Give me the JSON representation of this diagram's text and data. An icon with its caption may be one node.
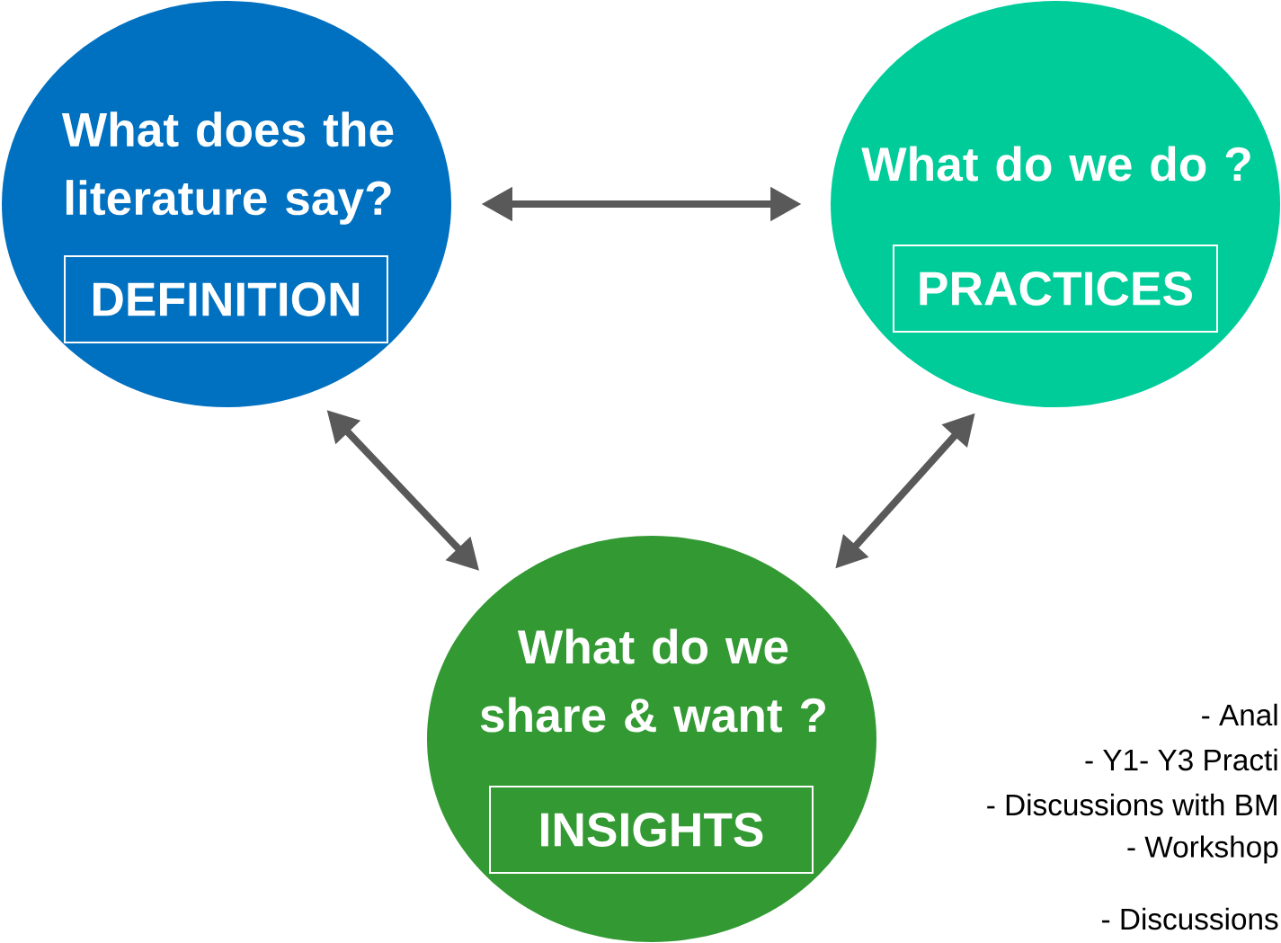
{
  "diagram": {
    "nodes": [
      {
        "text": [
          "What does the literature say?"
        ]
      },
      {
        "text": [
          "DEFINITION"
        ],
        "in": 0
      },
      {
        "text": [
          "What do we do ?"
        ]
      },
      {
        "text": [
          "PRACTICES"
        ],
        "in": 2
      },
      {
        "text": [
          "What do we share & want ?"
        ]
      },
      {
        "text": [
          "INSIGHTS"
        ],
        "in": 4
      }
    ],
    "edges": [
      {
        "from": 0,
        "to": 2,
        "arrow": "both"
      },
      {
        "from": 0,
        "to": 4,
        "arrow": "both"
      },
      {
        "from": 2,
        "to": 4,
        "arrow": "both"
      }
    ],
    "labels": [
      "- Anal",
      "- Y1- Y3 Practi",
      "- Discussions with BM",
      "- Workshop",
      "- Discussions"
    ]
  }
}
